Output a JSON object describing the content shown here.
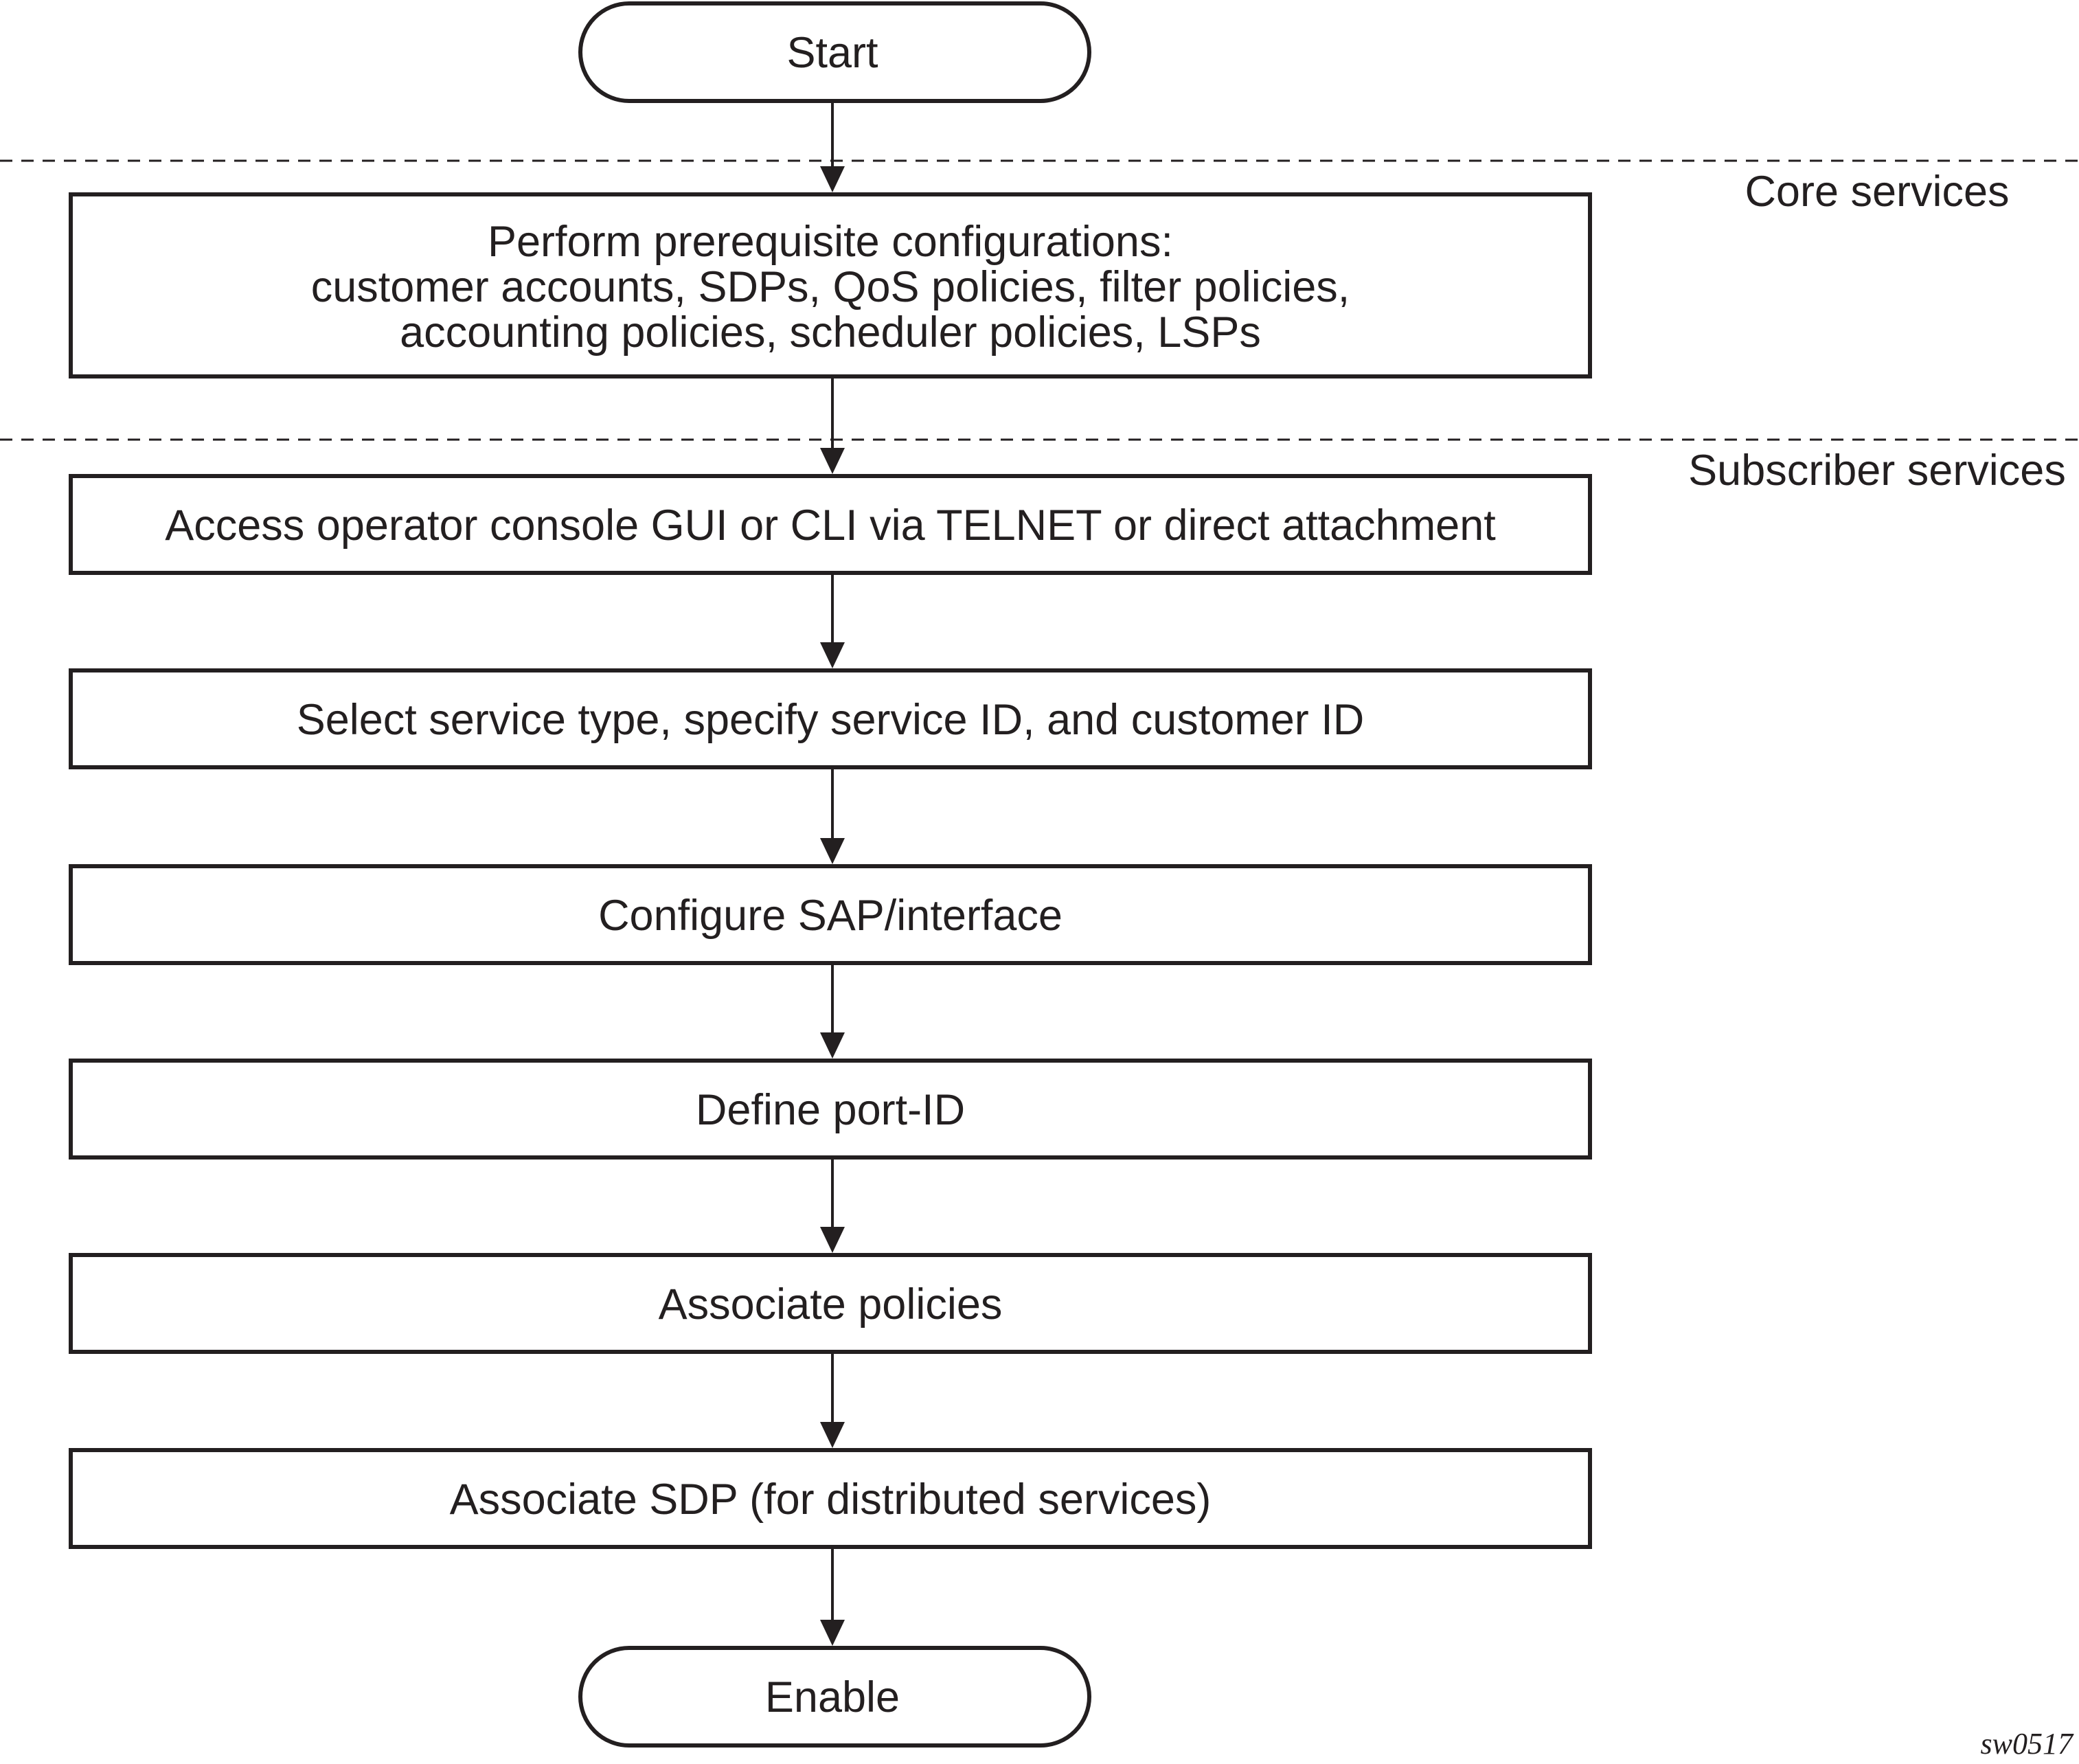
{
  "sections": [
    {
      "label": "Core services"
    },
    {
      "label": "Subscriber services"
    }
  ],
  "nodes": [
    {
      "shape": "terminal",
      "lines": [
        "Start"
      ]
    },
    {
      "shape": "process",
      "lines": [
        "Perform prerequisite configurations:",
        "customer accounts, SDPs, QoS policies, filter policies,",
        "accounting policies, scheduler policies, LSPs"
      ]
    },
    {
      "shape": "process",
      "lines": [
        "Access operator console GUI or CLI via TELNET or direct attachment"
      ]
    },
    {
      "shape": "process",
      "lines": [
        "Select service type, specify service ID, and customer ID"
      ]
    },
    {
      "shape": "process",
      "lines": [
        "Configure SAP/interface"
      ]
    },
    {
      "shape": "process",
      "lines": [
        "Define port-ID"
      ]
    },
    {
      "shape": "process",
      "lines": [
        "Associate policies"
      ]
    },
    {
      "shape": "process",
      "lines": [
        "Associate SDP (for distributed services)"
      ]
    },
    {
      "shape": "terminal",
      "lines": [
        "Enable"
      ]
    }
  ],
  "figure_id": "sw0517",
  "colors": {
    "ink": "#231f20",
    "background": "#ffffff"
  }
}
